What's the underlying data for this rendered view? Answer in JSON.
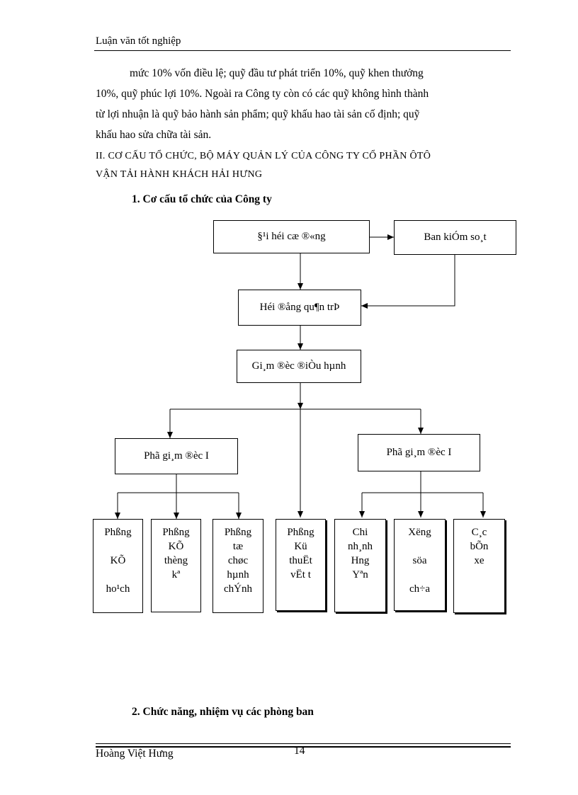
{
  "header": {
    "title": "Luận văn tốt nghiệp"
  },
  "body": {
    "paragraph_lines": [
      "mức 10% vốn điều lệ; quỹ đầu tư phát triển 10%, quỹ khen thưởng",
      "10%, quỹ phúc lợi 10%. Ngoài ra Công ty còn có các quỹ không hình thành",
      "từ lợi nhuận là quỹ bảo hành sản phẩm; quỹ khấu hao tài sản cố định; quỹ",
      "khấu hao sửa chữa tài sản."
    ],
    "section_heading_lines": [
      "II. CƠ CẤU TỔ CHỨC, BỘ MÁY QUẢN LÝ CỦA CÔNG TY CỔ PHẦN ÔTÔ",
      "VẬN TẢI HÀNH KHÁCH HẢI HƯNG"
    ],
    "subheading_1": "1. Cơ cấu tổ chức của Công ty",
    "subheading_2": "2. Chức năng, nhiệm vụ các phòng ban"
  },
  "org_chart": {
    "shareholders_meeting": "§¹i héi cæ ®«ng",
    "audit_board": "Ban kiÓm so¸t",
    "management_board": "Héi ®ång qu¶n trÞ",
    "general_director": "Gi¸m ®èc ®iÒu hµnh",
    "deputy_left": "Phã gi¸m ®èc I",
    "deputy_right": "Phã gi¸m ®èc I",
    "departments": [
      {
        "id": "dept-planning",
        "label": "Phßng\n\nKÕ\n\nho¹ch"
      },
      {
        "id": "dept-accounting",
        "label": "Phßng\nKÕ\nthèng\nkª"
      },
      {
        "id": "dept-admin",
        "label": "Phßng\ntæ\nchøc\nhµnh\nchÝnh"
      },
      {
        "id": "dept-technical",
        "label": "Phßng\nKü\nthuËt\nvËt t"
      },
      {
        "id": "branch-hung-yen",
        "label": "Chi\nnh¸nh\nHng\nYªn"
      },
      {
        "id": "repair-shop",
        "label": "Xëng\n\nsöa\n\nch÷a"
      },
      {
        "id": "bus-stations",
        "label": "C¸c\nbÕn\nxe"
      }
    ]
  },
  "footer": {
    "author": "Hoàng Việt Hưng",
    "page_number": "14"
  }
}
